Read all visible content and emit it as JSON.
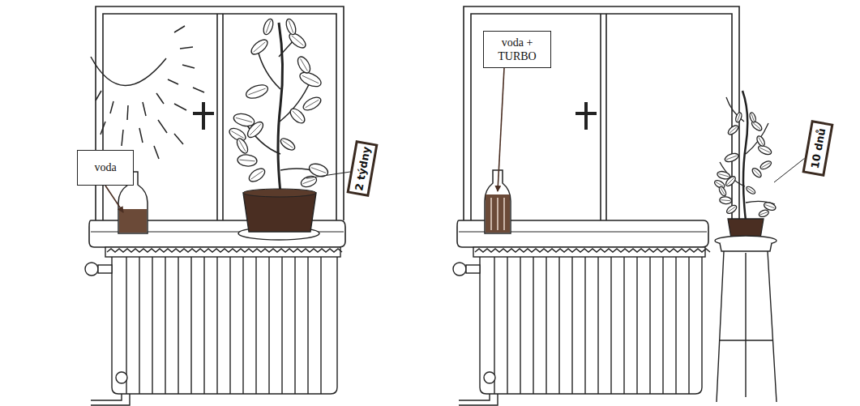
{
  "diagram": {
    "nodes": [
      {
        "text": [
          "voda"
        ]
      },
      {
        "text": [
          "2 týdny"
        ]
      },
      {
        "text": [
          "voda + TURBO"
        ]
      },
      {
        "text": [
          "10 dnů"
        ]
      }
    ]
  }
}
